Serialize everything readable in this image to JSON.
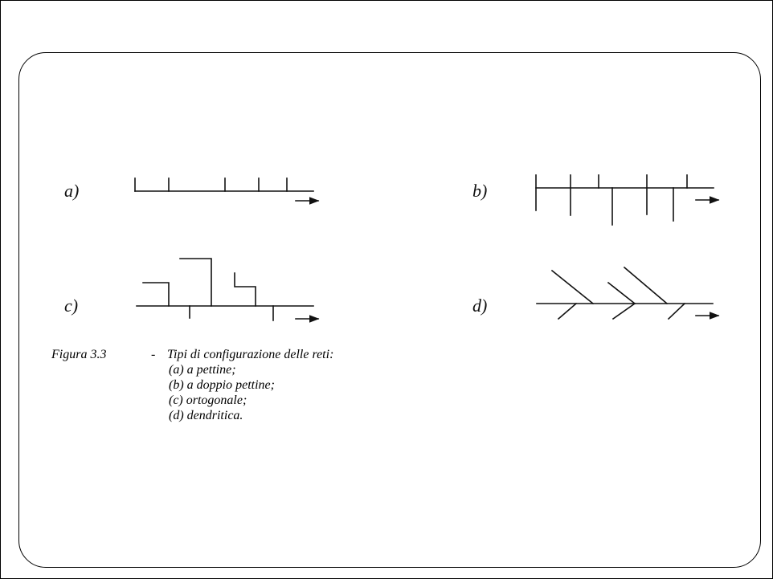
{
  "diagrams": [
    {
      "label": "a)"
    },
    {
      "label": "b)"
    },
    {
      "label": "c)"
    },
    {
      "label": "d)"
    }
  ],
  "caption": {
    "figure": "Figura 3.3",
    "separator": "-",
    "title": "Tipi di configurazione delle reti:",
    "items": [
      "(a) a pettine;",
      "(b) a doppio pettine;",
      "(c) ortogonale;",
      "(d) dendritica."
    ]
  }
}
